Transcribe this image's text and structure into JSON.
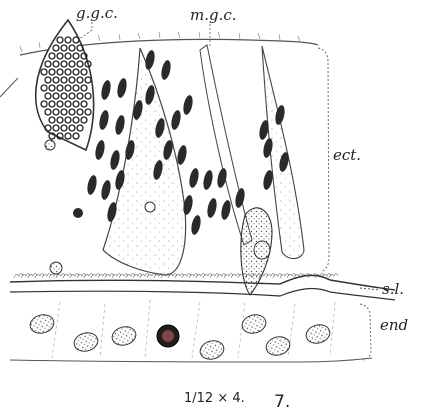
{
  "labels": {
    "ggc": "g.g.c.",
    "mgc": "m.g.c.",
    "ect": "ect.",
    "sl": "s.l.",
    "end": "end"
  },
  "caption": {
    "scale": "1/12 × 4.",
    "figure_number": "7."
  }
}
